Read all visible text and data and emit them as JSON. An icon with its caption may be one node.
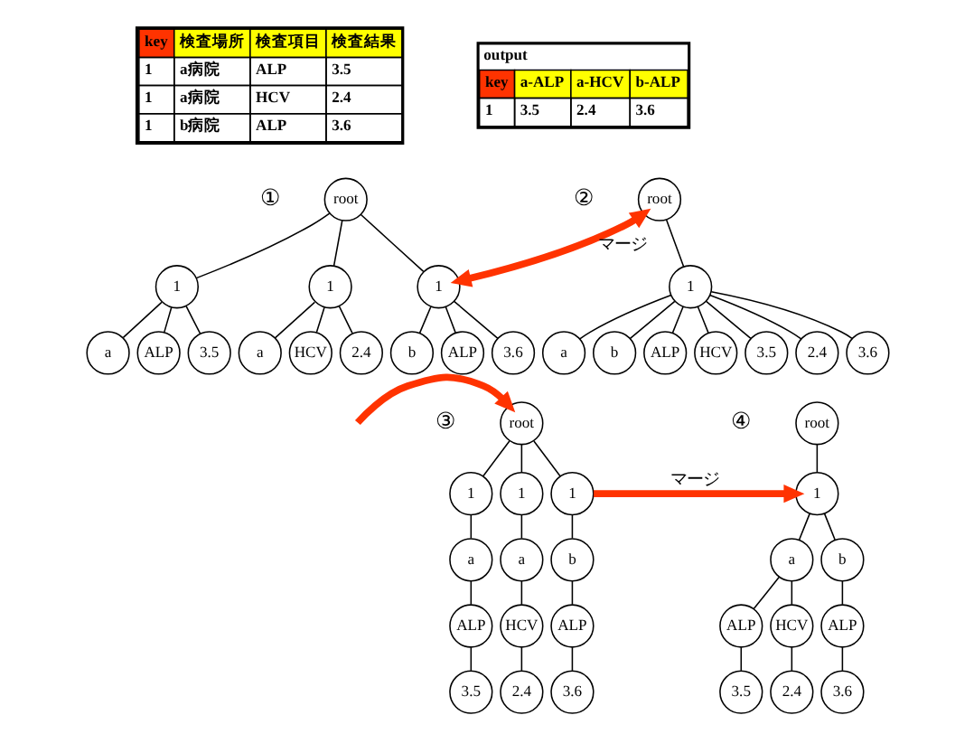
{
  "diagram": {
    "nodes": [
      {
        "text": [
          "root"
        ]
      },
      {
        "text": [
          "1"
        ]
      },
      {
        "text": [
          "1"
        ]
      },
      {
        "text": [
          "1"
        ]
      },
      {
        "text": [
          "a"
        ]
      },
      {
        "text": [
          "ALP"
        ]
      },
      {
        "text": [
          "3.5"
        ]
      },
      {
        "text": [
          "a"
        ]
      },
      {
        "text": [
          "HCV"
        ]
      },
      {
        "text": [
          "2.4"
        ]
      },
      {
        "text": [
          "b"
        ]
      },
      {
        "text": [
          "ALP"
        ]
      },
      {
        "text": [
          "3.6"
        ]
      },
      {
        "text": [
          "root"
        ]
      },
      {
        "text": [
          "1"
        ]
      },
      {
        "text": [
          "a"
        ]
      },
      {
        "text": [
          "b"
        ]
      },
      {
        "text": [
          "ALP"
        ]
      },
      {
        "text": [
          "HCV"
        ]
      },
      {
        "text": [
          "3.5"
        ]
      },
      {
        "text": [
          "2.4"
        ]
      },
      {
        "text": [
          "3.6"
        ]
      },
      {
        "text": [
          "root"
        ]
      },
      {
        "text": [
          "1"
        ]
      },
      {
        "text": [
          "1"
        ]
      },
      {
        "text": [
          "1"
        ]
      },
      {
        "text": [
          "a"
        ]
      },
      {
        "text": [
          "a"
        ]
      },
      {
        "text": [
          "b"
        ]
      },
      {
        "text": [
          "ALP"
        ]
      },
      {
        "text": [
          "HCV"
        ]
      },
      {
        "text": [
          "ALP"
        ]
      },
      {
        "text": [
          "3.5"
        ]
      },
      {
        "text": [
          "2.4"
        ]
      },
      {
        "text": [
          "3.6"
        ]
      },
      {
        "text": [
          "root"
        ]
      },
      {
        "text": [
          "1"
        ]
      },
      {
        "text": [
          "a"
        ]
      },
      {
        "text": [
          "b"
        ]
      },
      {
        "text": [
          "ALP"
        ]
      },
      {
        "text": [
          "HCV"
        ]
      },
      {
        "text": [
          "ALP"
        ]
      },
      {
        "text": [
          "3.5"
        ]
      },
      {
        "text": [
          "2.4"
        ]
      },
      {
        "text": [
          "3.6"
        ]
      }
    ],
    "edges": [
      {
        "from": 0,
        "to": 1,
        "arrow": "none"
      },
      {
        "from": 0,
        "to": 2,
        "arrow": "none"
      },
      {
        "from": 0,
        "to": 3,
        "arrow": "none"
      },
      {
        "from": 1,
        "to": 4,
        "arrow": "none"
      },
      {
        "from": 1,
        "to": 5,
        "arrow": "none"
      },
      {
        "from": 1,
        "to": 6,
        "arrow": "none"
      },
      {
        "from": 2,
        "to": 7,
        "arrow": "none"
      },
      {
        "from": 2,
        "to": 8,
        "arrow": "none"
      },
      {
        "from": 2,
        "to": 9,
        "arrow": "none"
      },
      {
        "from": 3,
        "to": 10,
        "arrow": "none"
      },
      {
        "from": 3,
        "to": 11,
        "arrow": "none"
      },
      {
        "from": 3,
        "to": 12,
        "arrow": "none"
      },
      {
        "from": 13,
        "to": 14,
        "arrow": "none"
      },
      {
        "from": 14,
        "to": 15,
        "arrow": "none"
      },
      {
        "from": 14,
        "to": 16,
        "arrow": "none"
      },
      {
        "from": 14,
        "to": 17,
        "arrow": "none"
      },
      {
        "from": 14,
        "to": 18,
        "arrow": "none"
      },
      {
        "from": 14,
        "to": 19,
        "arrow": "none"
      },
      {
        "from": 14,
        "to": 20,
        "arrow": "none"
      },
      {
        "from": 14,
        "to": 21,
        "arrow": "none"
      },
      {
        "from": 22,
        "to": 23,
        "arrow": "none"
      },
      {
        "from": 22,
        "to": 24,
        "arrow": "none"
      },
      {
        "from": 22,
        "to": 25,
        "arrow": "none"
      },
      {
        "from": 23,
        "to": 26,
        "arrow": "none"
      },
      {
        "from": 24,
        "to": 27,
        "arrow": "none"
      },
      {
        "from": 25,
        "to": 28,
        "arrow": "none"
      },
      {
        "from": 26,
        "to": 29,
        "arrow": "none"
      },
      {
        "from": 27,
        "to": 30,
        "arrow": "none"
      },
      {
        "from": 28,
        "to": 31,
        "arrow": "none"
      },
      {
        "from": 29,
        "to": 32,
        "arrow": "none"
      },
      {
        "from": 30,
        "to": 33,
        "arrow": "none"
      },
      {
        "from": 31,
        "to": 34,
        "arrow": "none"
      },
      {
        "from": 35,
        "to": 36,
        "arrow": "none"
      },
      {
        "from": 36,
        "to": 37,
        "arrow": "none"
      },
      {
        "from": 36,
        "to": 38,
        "arrow": "none"
      },
      {
        "from": 37,
        "to": 39,
        "arrow": "none"
      },
      {
        "from": 37,
        "to": 40,
        "arrow": "none"
      },
      {
        "from": 38,
        "to": 41,
        "arrow": "none"
      },
      {
        "from": 39,
        "to": 42,
        "arrow": "none"
      },
      {
        "from": 40,
        "to": 43,
        "arrow": "none"
      },
      {
        "from": 41,
        "to": 44,
        "arrow": "none"
      },
      {
        "from": 3,
        "to": 13,
        "arrow": "both",
        "label": "マージ",
        "style": "thick",
        "color": "#ff3300"
      },
      {
        "from": null,
        "to": 22,
        "arrow": "to",
        "style": "thick",
        "color": "#ff3300"
      },
      {
        "from": 25,
        "to": 36,
        "arrow": "to",
        "label": "マージ",
        "style": "thick",
        "color": "#ff3300"
      }
    ],
    "labels": [
      "key",
      "検査場所",
      "検査項目",
      "検査結果",
      "1",
      "a病院",
      "ALP",
      "3.5",
      "1",
      "a病院",
      "HCV",
      "2.4",
      "1",
      "b病院",
      "ALP",
      "3.6",
      "output",
      "key",
      "a-ALP",
      "a-HCV",
      "b-ALP",
      "1",
      "3.5",
      "2.4",
      "3.6",
      "①",
      "②",
      "③",
      "④"
    ]
  }
}
